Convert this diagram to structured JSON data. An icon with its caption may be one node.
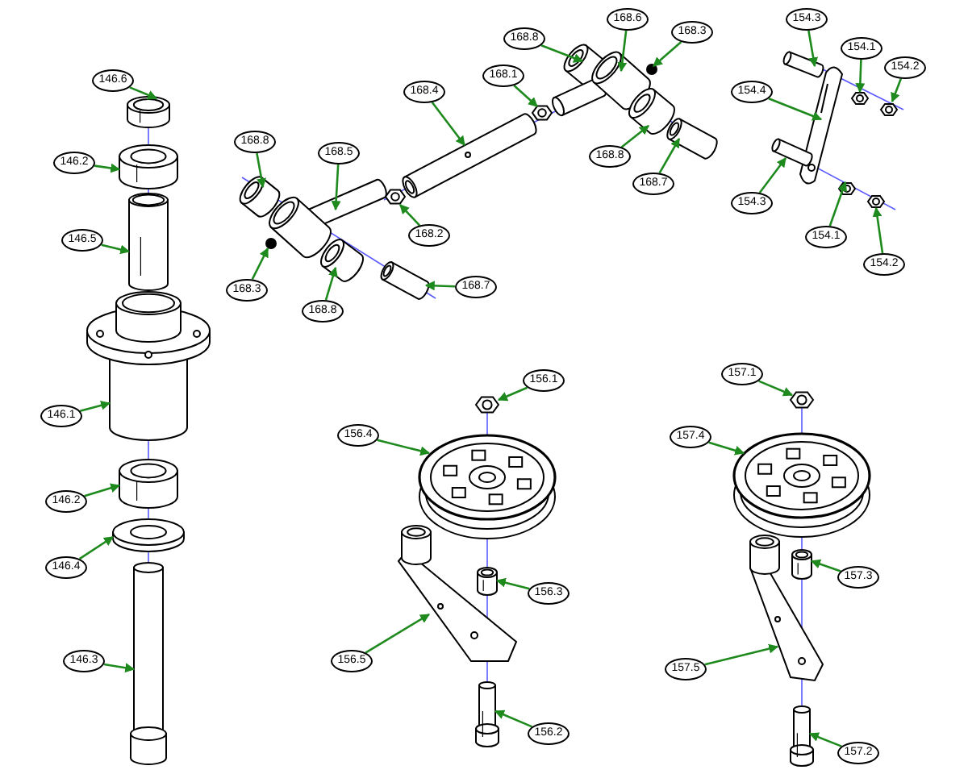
{
  "diagram": {
    "nodes": [
      {
        "text": [
          "146.6"
        ]
      },
      {
        "text": [
          "146.2"
        ]
      },
      {
        "text": [
          "146.5"
        ]
      },
      {
        "text": [
          "146.1"
        ]
      },
      {
        "text": [
          "146.2"
        ]
      },
      {
        "text": [
          "146.4"
        ]
      },
      {
        "text": [
          "146.3"
        ]
      },
      {
        "text": [
          "168.8"
        ]
      },
      {
        "text": [
          "168.6"
        ]
      },
      {
        "text": [
          "168.3"
        ]
      },
      {
        "text": [
          "168.1"
        ]
      },
      {
        "text": [
          "168.4"
        ]
      },
      {
        "text": [
          "168.5"
        ]
      },
      {
        "text": [
          "168.8"
        ]
      },
      {
        "text": [
          "168.2"
        ]
      },
      {
        "text": [
          "168.8"
        ]
      },
      {
        "text": [
          "168.7"
        ]
      },
      {
        "text": [
          "168.3"
        ]
      },
      {
        "text": [
          "168.8"
        ]
      },
      {
        "text": [
          "168.7"
        ]
      },
      {
        "text": [
          "154.3"
        ]
      },
      {
        "text": [
          "154.1"
        ]
      },
      {
        "text": [
          "154.2"
        ]
      },
      {
        "text": [
          "154.4"
        ]
      },
      {
        "text": [
          "154.3"
        ]
      },
      {
        "text": [
          "154.1"
        ]
      },
      {
        "text": [
          "154.2"
        ]
      },
      {
        "text": [
          "156.1"
        ]
      },
      {
        "text": [
          "156.4"
        ]
      },
      {
        "text": [
          "156.3"
        ]
      },
      {
        "text": [
          "156.5"
        ]
      },
      {
        "text": [
          "156.2"
        ]
      },
      {
        "text": [
          "157.1"
        ]
      },
      {
        "text": [
          "157.4"
        ]
      },
      {
        "text": [
          "157.3"
        ]
      },
      {
        "text": [
          "157.5"
        ]
      },
      {
        "text": [
          "157.2"
        ]
      },
      {
        "text": [],
        "shape": "cylinder"
      },
      {
        "text": [],
        "shape": "cylinder"
      },
      {
        "text": [],
        "shape": "cylinder"
      },
      {
        "text": [],
        "shape": "picture"
      },
      {
        "text": [],
        "shape": "cylinder"
      },
      {
        "text": [],
        "shape": "picture"
      },
      {
        "text": [],
        "shape": "picture"
      },
      {
        "text": [],
        "shape": "picture"
      },
      {
        "text": [],
        "shape": "picture"
      },
      {
        "text": [],
        "shape": "circle"
      },
      {
        "text": [],
        "shape": "picture"
      },
      {
        "text": [],
        "shape": "picture"
      },
      {
        "text": [],
        "shape": "picture"
      },
      {
        "text": [],
        "shape": "picture"
      },
      {
        "text": [],
        "shape": "picture"
      },
      {
        "text": [],
        "shape": "picture"
      },
      {
        "text": [],
        "shape": "picture"
      },
      {
        "text": [],
        "shape": "circle"
      },
      {
        "text": [],
        "shape": "picture"
      },
      {
        "text": [],
        "shape": "picture"
      },
      {
        "text": [],
        "shape": "picture"
      },
      {
        "text": [],
        "shape": "picture"
      },
      {
        "text": [],
        "shape": "picture"
      },
      {
        "text": [],
        "shape": "picture"
      },
      {
        "text": [],
        "shape": "picture"
      },
      {
        "text": [],
        "shape": "picture"
      },
      {
        "text": [],
        "shape": "picture"
      },
      {
        "text": [],
        "shape": "picture"
      },
      {
        "text": [],
        "shape": "picture"
      },
      {
        "text": [],
        "shape": "cylinder"
      },
      {
        "text": [],
        "shape": "picture"
      },
      {
        "text": [],
        "shape": "cylinder"
      },
      {
        "text": [],
        "shape": "picture"
      },
      {
        "text": [],
        "shape": "picture"
      },
      {
        "text": [],
        "shape": "cylinder"
      },
      {
        "text": [],
        "shape": "picture"
      },
      {
        "text": [],
        "shape": "cylinder"
      }
    ],
    "edges": [
      {
        "from": 0,
        "to": 37,
        "arrow": "to"
      },
      {
        "from": 1,
        "to": 38,
        "arrow": "to"
      },
      {
        "from": 2,
        "to": 39,
        "arrow": "to"
      },
      {
        "from": 3,
        "to": 40,
        "arrow": "to"
      },
      {
        "from": 4,
        "to": 41,
        "arrow": "to"
      },
      {
        "from": 5,
        "to": 42,
        "arrow": "to"
      },
      {
        "from": 6,
        "to": 43,
        "arrow": "to"
      },
      {
        "from": 7,
        "to": 44,
        "arrow": "to"
      },
      {
        "from": 8,
        "to": 45,
        "arrow": "to"
      },
      {
        "from": 9,
        "to": 46,
        "arrow": "to"
      },
      {
        "from": 10,
        "to": 47,
        "arrow": "to"
      },
      {
        "from": 11,
        "to": 48,
        "arrow": "to"
      },
      {
        "from": 12,
        "to": 49,
        "arrow": "to"
      },
      {
        "from": 13,
        "to": 50,
        "arrow": "to"
      },
      {
        "from": 14,
        "to": 51,
        "arrow": "to"
      },
      {
        "from": 15,
        "to": 52,
        "arrow": "to"
      },
      {
        "from": 16,
        "to": 53,
        "arrow": "to"
      },
      {
        "from": 17,
        "to": 54,
        "arrow": "to"
      },
      {
        "from": 18,
        "to": 55,
        "arrow": "to"
      },
      {
        "from": 19,
        "to": 56,
        "arrow": "to"
      },
      {
        "from": 20,
        "to": 57,
        "arrow": "to"
      },
      {
        "from": 21,
        "to": 58,
        "arrow": "to"
      },
      {
        "from": 22,
        "to": 59,
        "arrow": "to"
      },
      {
        "from": 23,
        "to": 60,
        "arrow": "to"
      },
      {
        "from": 24,
        "to": 61,
        "arrow": "to"
      },
      {
        "from": 25,
        "to": 62,
        "arrow": "to"
      },
      {
        "from": 26,
        "to": 63,
        "arrow": "to"
      },
      {
        "from": 27,
        "to": 64,
        "arrow": "to"
      },
      {
        "from": 28,
        "to": 65,
        "arrow": "to"
      },
      {
        "from": 29,
        "to": 66,
        "arrow": "to"
      },
      {
        "from": 30,
        "to": 67,
        "arrow": "to"
      },
      {
        "from": 31,
        "to": 68,
        "arrow": "to"
      },
      {
        "from": 32,
        "to": 69,
        "arrow": "to"
      },
      {
        "from": 33,
        "to": 70,
        "arrow": "to"
      },
      {
        "from": 34,
        "to": 71,
        "arrow": "to"
      },
      {
        "from": 35,
        "to": 72,
        "arrow": "to"
      },
      {
        "from": 36,
        "to": 73,
        "arrow": "to"
      }
    ]
  }
}
